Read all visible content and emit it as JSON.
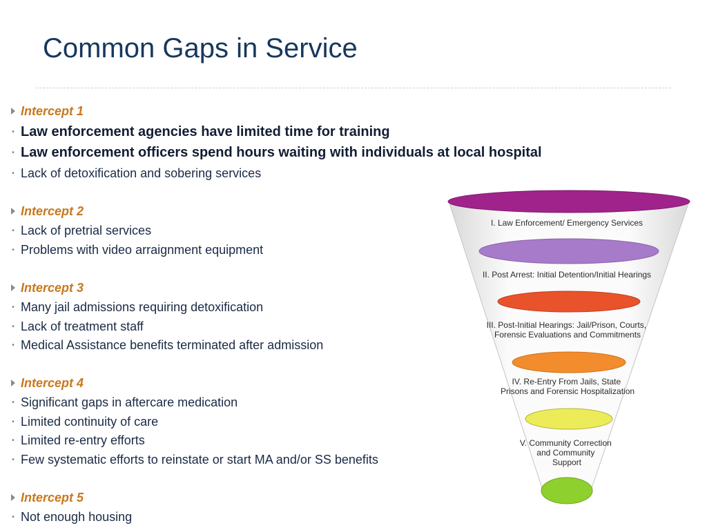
{
  "slide": {
    "title": "Common Gaps in Service"
  },
  "intercepts": [
    {
      "heading": "Intercept 1",
      "items": [
        "Law enforcement agencies have limited time for training",
        "Law enforcement officers spend hours waiting with individuals at local hospital",
        "Lack of detoxification and sobering services"
      ]
    },
    {
      "heading": "Intercept 2",
      "items": [
        "Lack of pretrial services",
        "Problems with video arraignment equipment"
      ]
    },
    {
      "heading": "Intercept 3",
      "items": [
        "Many jail admissions requiring detoxification",
        "Lack of treatment staff",
        "Medical Assistance benefits terminated after admission"
      ]
    },
    {
      "heading": "Intercept 4",
      "items": [
        "Significant gaps in aftercare medication",
        "Limited continuity of care",
        "Limited re-entry efforts",
        "Few systematic efforts to reinstate or start MA and/or SS benefits"
      ]
    },
    {
      "heading": "Intercept 5",
      "items": [
        "Not enough housing"
      ]
    }
  ],
  "funnel": {
    "stages": [
      {
        "color": "#a0238c",
        "lines": [
          "I. Law Enforcement/ Emergency Services"
        ]
      },
      {
        "color": "#a77bc9",
        "lines": [
          "II. Post Arrest: Initial Detention/Initial Hearings"
        ]
      },
      {
        "color": "#e8532c",
        "lines": [
          "III. Post-Initial Hearings: Jail/Prison, Courts,",
          "Forensic Evaluations and Commitments"
        ]
      },
      {
        "color": "#f28c2c",
        "lines": [
          "IV. Re-Entry From Jails, State",
          "Prisons and Forensic Hospitalization"
        ]
      },
      {
        "color": "#ecec5a",
        "lines": [
          "V. Community Correction",
          "and Community",
          "Support"
        ]
      },
      {
        "color": "#8ed12e",
        "lines": []
      }
    ]
  }
}
